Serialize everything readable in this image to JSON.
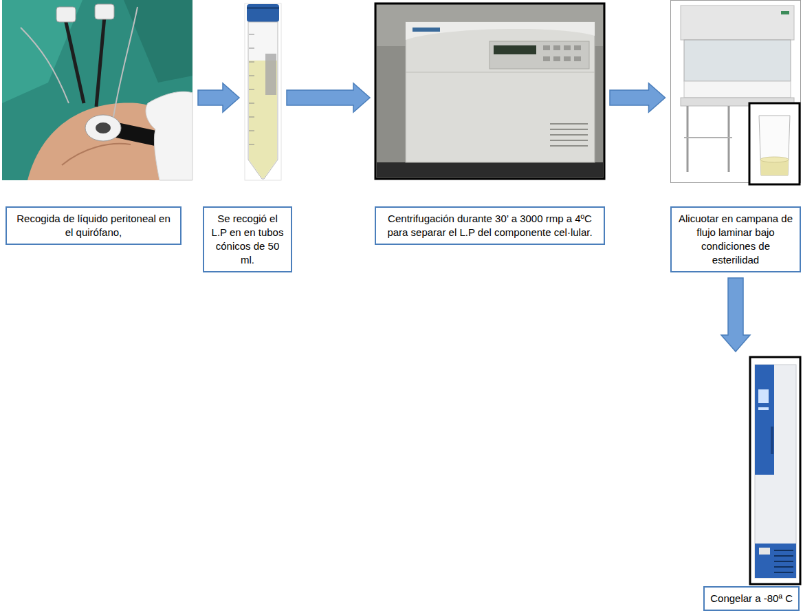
{
  "diagram": {
    "nodes": [
      {
        "text": [
          "Recogida de líquido peritoneal en el quirófano,"
        ]
      },
      {
        "text": [
          "Se recogió el L.P en en tubos cónicos de 50 ml."
        ]
      },
      {
        "text": [
          "Centrifugación durante 30’ a 3000 rmp a 4ºC para separar el L.P del componente cel·lular."
        ]
      },
      {
        "text": [
          "Alicuotar en campana de flujo laminar bajo condiciones de esterilidad"
        ]
      },
      {
        "text": [
          "Congelar a -80ª C"
        ]
      }
    ],
    "edges": [
      {
        "from": 0,
        "to": 1,
        "arrow": "to"
      },
      {
        "from": 1,
        "to": 2,
        "arrow": "to"
      },
      {
        "from": 2,
        "to": 3,
        "arrow": "to"
      },
      {
        "from": 3,
        "to": 4,
        "arrow": "to"
      }
    ]
  }
}
